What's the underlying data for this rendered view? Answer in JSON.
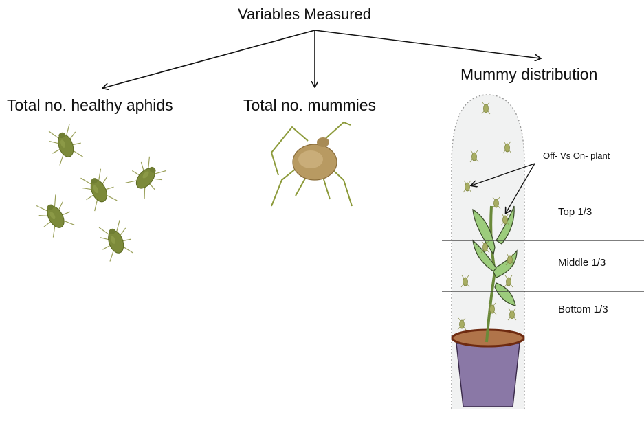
{
  "title": "Variables Measured",
  "branches": {
    "healthy": "Total no. healthy aphids",
    "mummies": "Total no. mummies",
    "distribution": "Mummy distribution"
  },
  "annotations": {
    "off_vs_on": "Off- Vs On- plant",
    "top": "Top 1/3",
    "middle": "Middle 1/3",
    "bottom": "Bottom 1/3"
  },
  "colors": {
    "aphid_body": "#7c8a3a",
    "mummy_body": "#b89a62",
    "leaf": "#9ccc7c",
    "pot": "#8a78a6",
    "soil": "#b0744a",
    "cage": "#f1f2f2"
  }
}
